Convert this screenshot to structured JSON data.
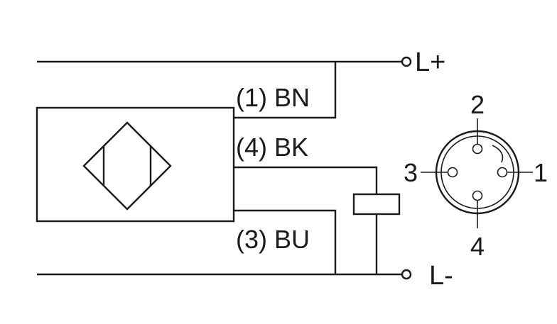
{
  "wires": {
    "brown": {
      "label": "(1) BN"
    },
    "black": {
      "label": "(4) BK"
    },
    "blue": {
      "label": "(3) BU"
    }
  },
  "terminals": {
    "positive": "L+",
    "negative": "L-"
  },
  "connector": {
    "pins": {
      "top": "2",
      "left": "3",
      "right": "1",
      "bottom": "4"
    }
  }
}
